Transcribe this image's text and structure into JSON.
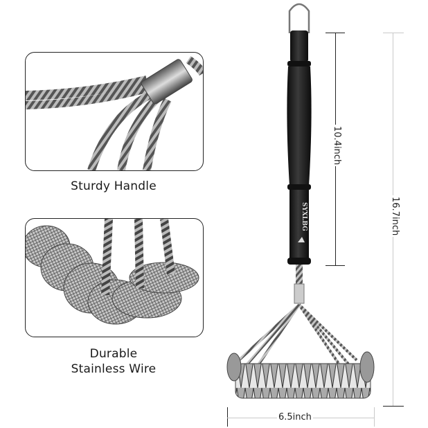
{
  "features": [
    {
      "id": "handle",
      "caption": "Sturdy Handle",
      "image": "twisted-wire-handle-closeup"
    },
    {
      "id": "wire",
      "caption_lines": [
        "Durable",
        "Stainless Wire"
      ],
      "image": "stainless-bristle-coil-closeup"
    }
  ],
  "product": {
    "name": "BBQ grill brush",
    "brand": "SYXLBG",
    "handle_color": "#1c1c1c",
    "wire_color": "#9a9a9a"
  },
  "dimensions": {
    "handle_length": "10.4inch",
    "total_length": "16.7inch",
    "brush_width": "6.5inch"
  }
}
